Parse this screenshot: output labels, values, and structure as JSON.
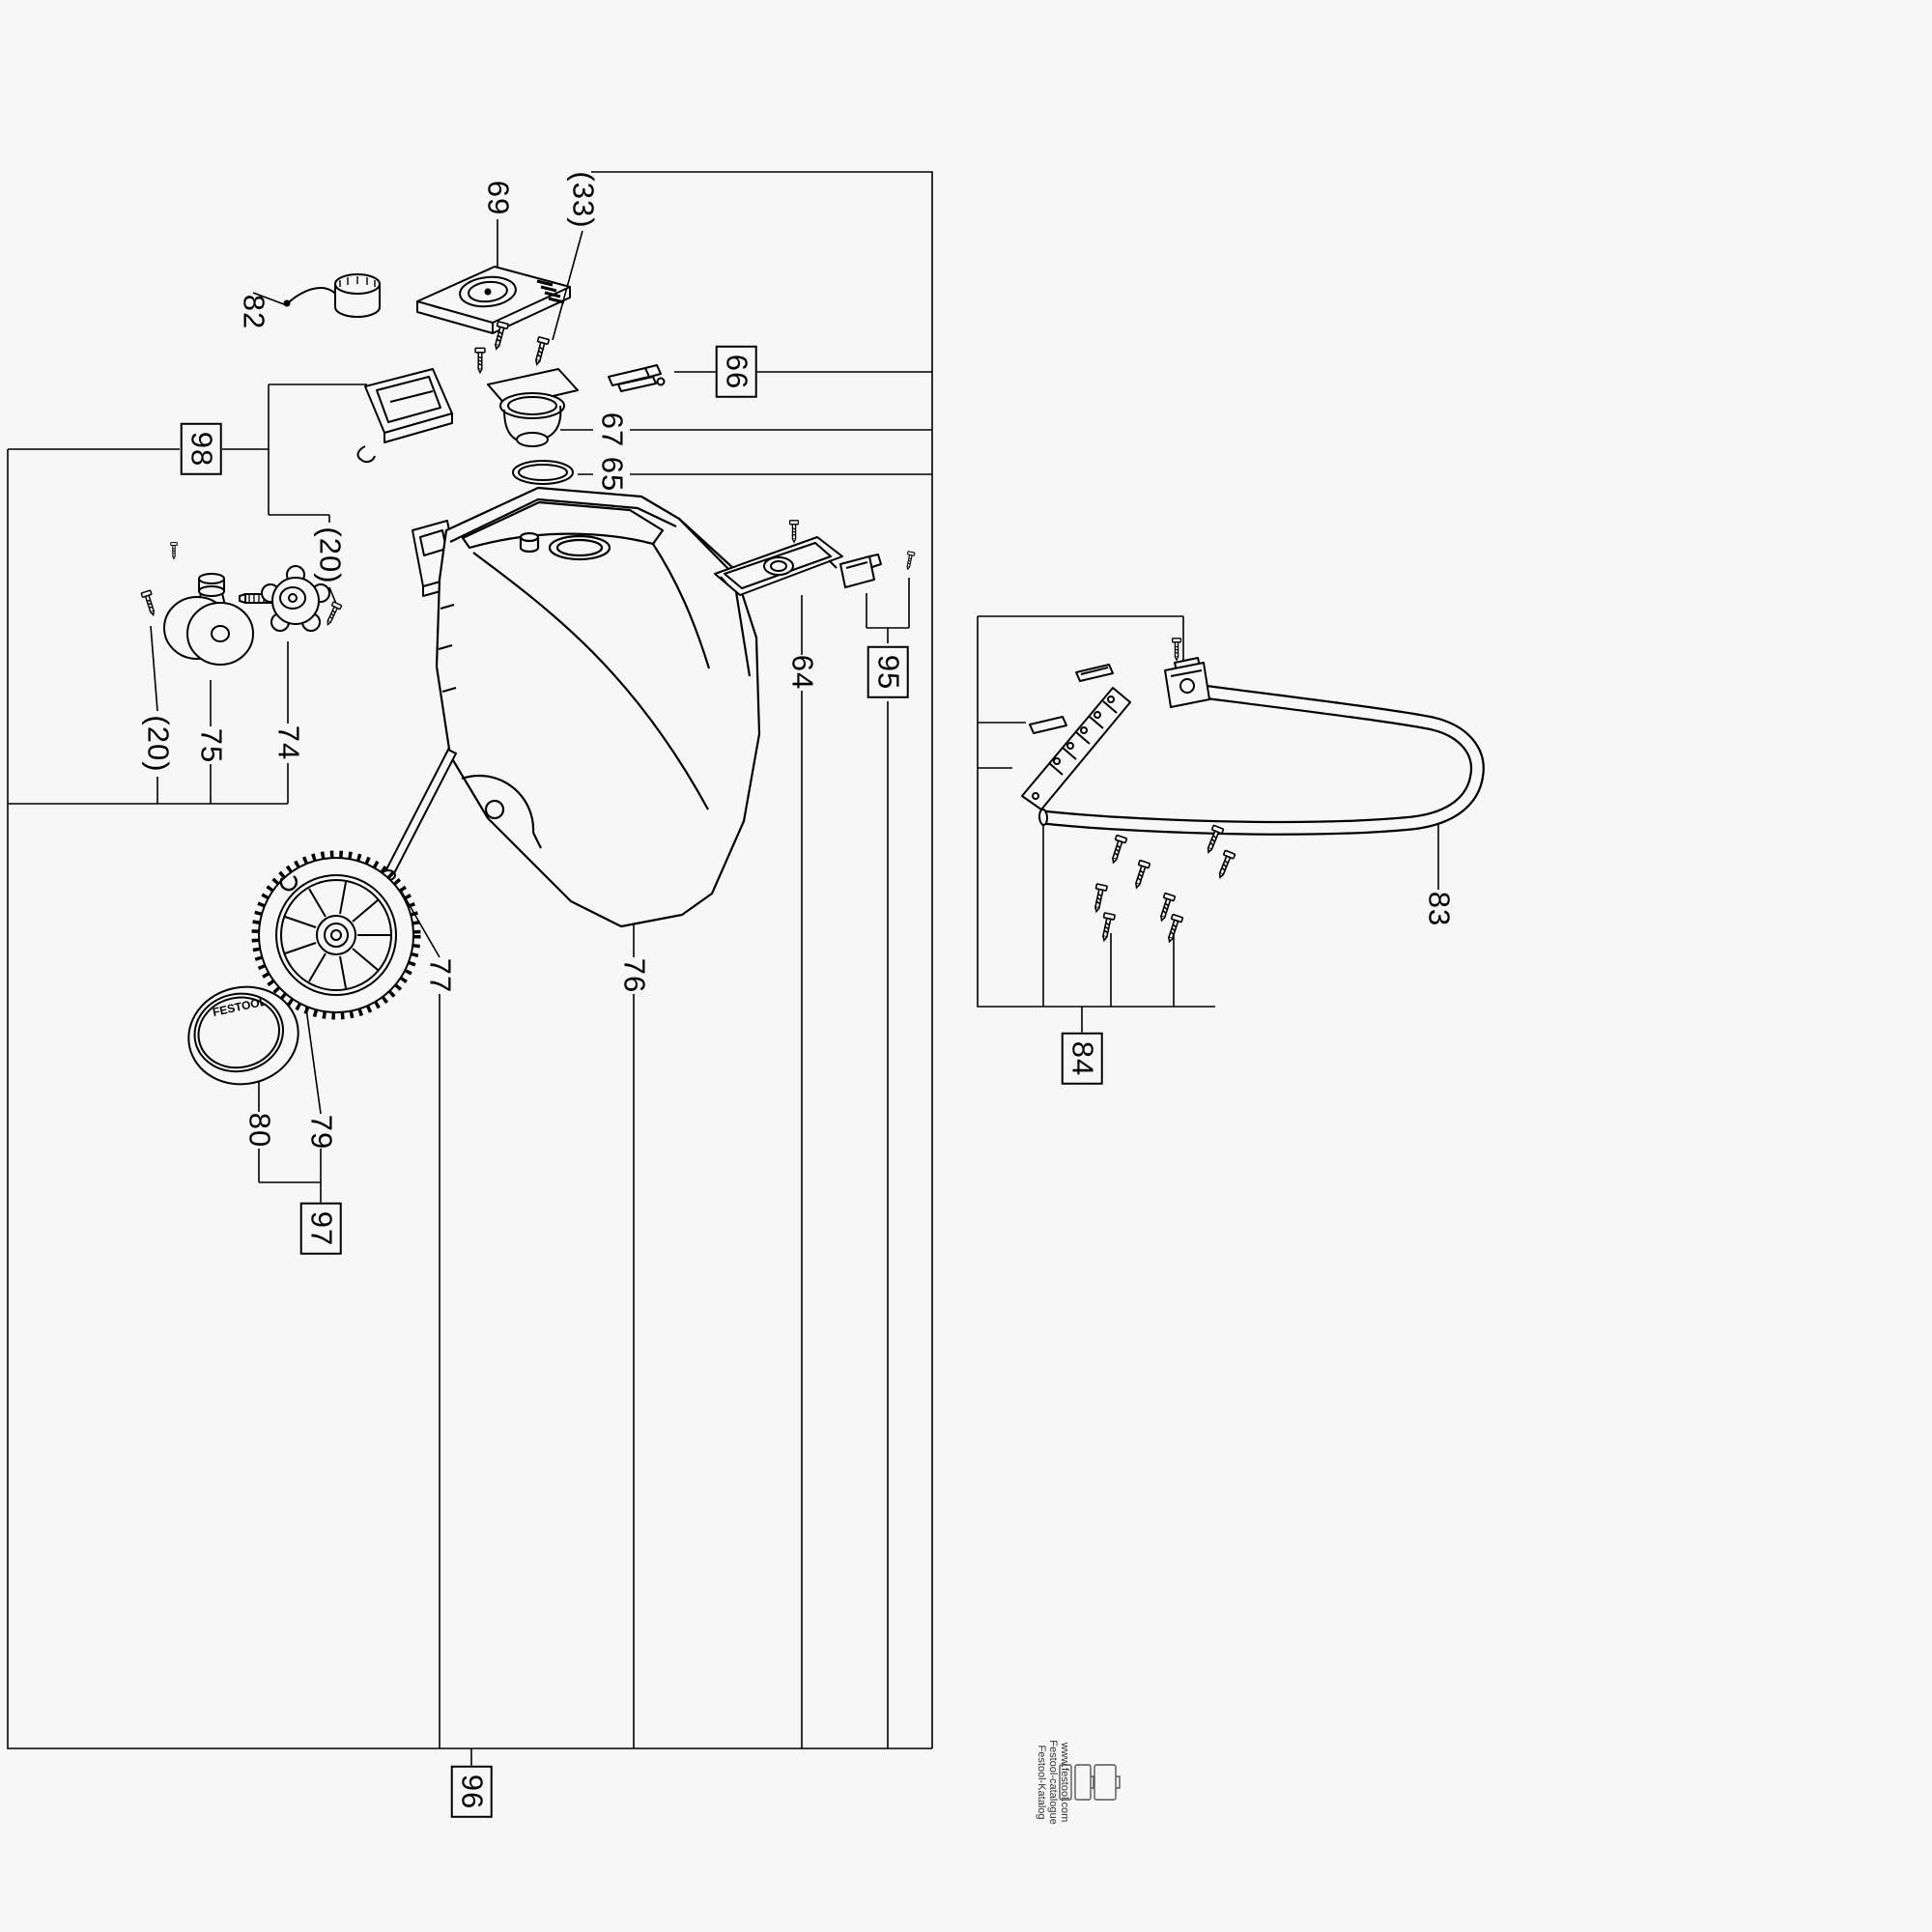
{
  "page": {
    "background": "#f7f7f7",
    "line_color": "#000000"
  },
  "labels": [
    {
      "id": "69",
      "text": "69",
      "boxed": false
    },
    {
      "id": "33",
      "text": "(33)",
      "boxed": false
    },
    {
      "id": "82",
      "text": "82",
      "boxed": false
    },
    {
      "id": "66",
      "text": "66",
      "boxed": true
    },
    {
      "id": "67",
      "text": "67",
      "boxed": false
    },
    {
      "id": "65",
      "text": "65",
      "boxed": false
    },
    {
      "id": "98",
      "text": "98",
      "boxed": true
    },
    {
      "id": "20a",
      "text": "(20)",
      "boxed": false
    },
    {
      "id": "20b",
      "text": "(20)",
      "boxed": false
    },
    {
      "id": "75",
      "text": "75",
      "boxed": false
    },
    {
      "id": "74",
      "text": "74",
      "boxed": false
    },
    {
      "id": "64",
      "text": "64",
      "boxed": false
    },
    {
      "id": "95",
      "text": "95",
      "boxed": true
    },
    {
      "id": "77",
      "text": "77",
      "boxed": false
    },
    {
      "id": "76",
      "text": "76",
      "boxed": false
    },
    {
      "id": "83",
      "text": "83",
      "boxed": false
    },
    {
      "id": "84",
      "text": "84",
      "boxed": true
    },
    {
      "id": "80",
      "text": "80",
      "boxed": false
    },
    {
      "id": "79",
      "text": "79",
      "boxed": false
    },
    {
      "id": "97",
      "text": "97",
      "boxed": true
    },
    {
      "id": "96",
      "text": "96",
      "boxed": true
    }
  ],
  "branding": {
    "hubcap_logo": "FESTOOL"
  },
  "footer": {
    "line1": "Festool-Katalog",
    "line2": "Festool-catalogue",
    "line3": "www.festool.com"
  }
}
